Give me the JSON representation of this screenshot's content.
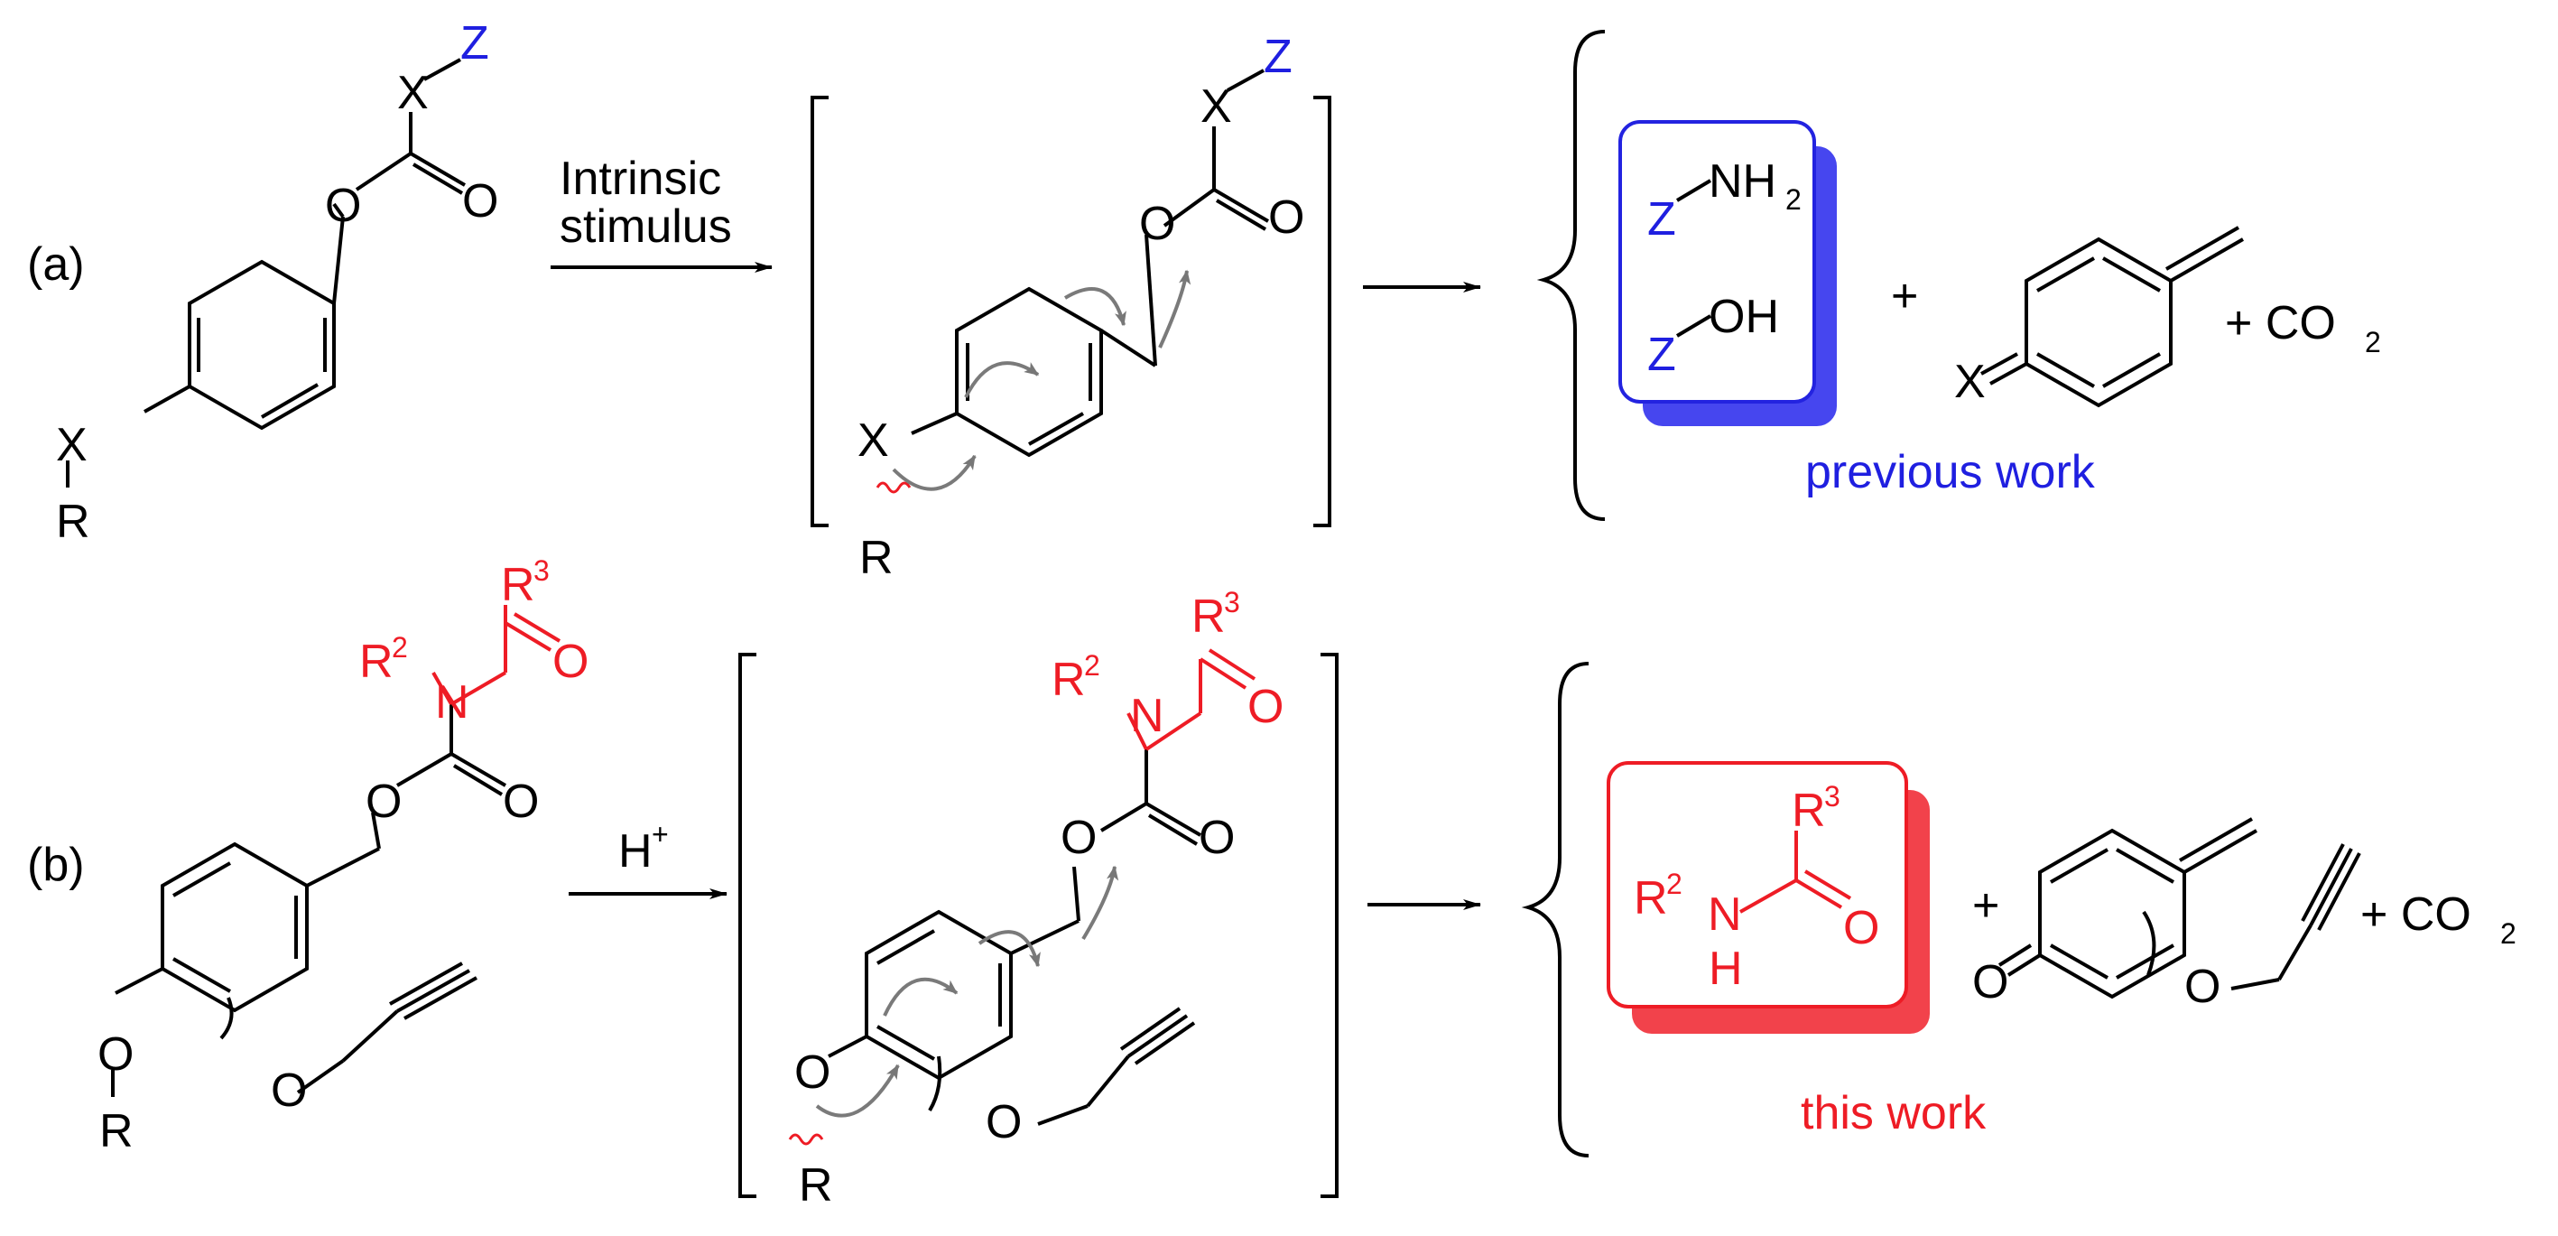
{
  "panel_a": {
    "label": "(a)",
    "stimulus_line1": "Intrinsic",
    "stimulus_line2": "stimulus",
    "products": {
      "amine": "NH",
      "amine_sub": "2",
      "alcohol": "OH",
      "z": "Z",
      "plus": "+",
      "co2": "+ CO",
      "co2_sub": "2",
      "caption": "previous work"
    },
    "atoms": {
      "x": "X",
      "z": "Z",
      "o": "O",
      "r": "R"
    }
  },
  "panel_b": {
    "label": "(b)",
    "stimulus": "H",
    "stimulus_sup": "+",
    "atoms": {
      "r": "R",
      "r2": "2",
      "r3": "3",
      "n": "N",
      "o": "O",
      "h": "H"
    },
    "products": {
      "plus": "+",
      "co2": "+ CO",
      "co2_sub": "2",
      "caption": "this work"
    }
  },
  "colors": {
    "black": "#000000",
    "blue": "#1f1fe0",
    "blue_fill": "#4646ef",
    "red": "#ee1c25",
    "red_fill": "#f2424b",
    "arrow_gray": "#8a8a8a"
  }
}
